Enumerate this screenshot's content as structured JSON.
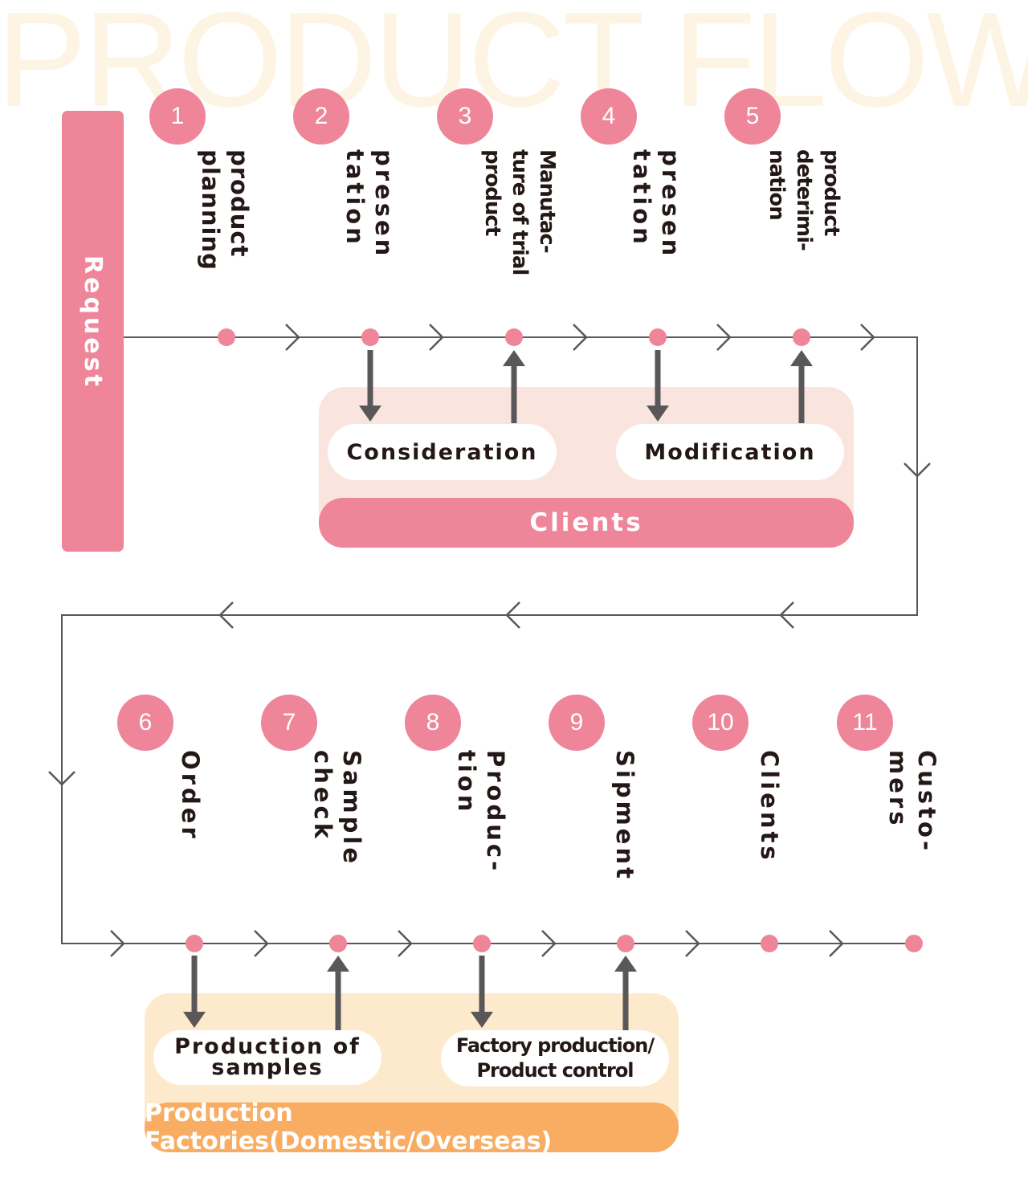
{
  "title": "PRODUCT FLOW",
  "request_label": "Request",
  "top_steps": [
    {
      "num": "1",
      "lines": [
        "product",
        "planning"
      ]
    },
    {
      "num": "2",
      "lines": [
        "presen",
        "tation"
      ]
    },
    {
      "num": "3",
      "lines": [
        "Manutac-",
        "ture of trial",
        "product"
      ]
    },
    {
      "num": "4",
      "lines": [
        "presen",
        "tation"
      ]
    },
    {
      "num": "5",
      "lines": [
        "product",
        "deterimi-",
        "nation"
      ]
    }
  ],
  "bottom_steps": [
    {
      "num": "6",
      "lines": [
        "Order"
      ]
    },
    {
      "num": "7",
      "lines": [
        "Sample",
        "check"
      ]
    },
    {
      "num": "8",
      "lines": [
        "Produc-",
        "tion"
      ]
    },
    {
      "num": "9",
      "lines": [
        "Sipment"
      ]
    },
    {
      "num": "10",
      "lines": [
        "Clients"
      ]
    },
    {
      "num": "11",
      "lines": [
        "Custo-",
        "mers"
      ]
    }
  ],
  "clients_panel": {
    "consideration": "Consideration",
    "modification": "Modification",
    "label": "Clients"
  },
  "factories_panel": {
    "samples_line1": "Production of",
    "samples_line2": "samples",
    "factory_line1": "Factory production/",
    "factory_line2": "Product control",
    "label": "Production Factories(Domestic/Overseas)"
  },
  "colors": {
    "pink": "#ee8599",
    "pink_panel": "#fae5de",
    "orange": "#f8ad62",
    "orange_panel": "#fde9cc",
    "title": "#fdf4e3",
    "line": "#595757",
    "text": "#231815"
  }
}
